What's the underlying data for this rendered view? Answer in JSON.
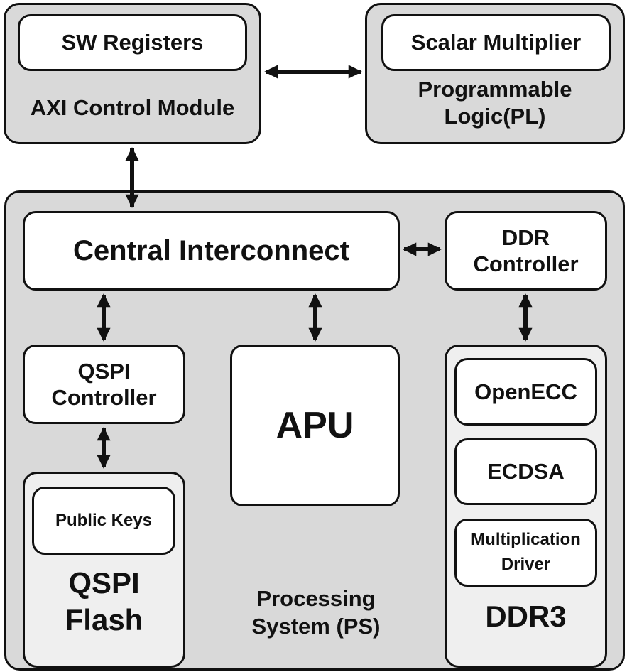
{
  "axi": {
    "title": "AXI Control Module",
    "registers": "SW Registers"
  },
  "pl": {
    "title": "Programmable\nLogic(PL)",
    "multiplier": "Scalar Multiplier"
  },
  "ps": {
    "title": "Processing\nSystem (PS)",
    "interconnect": "Central Interconnect",
    "ddr_controller": "DDR\nController",
    "qspi_controller": "QSPI\nController",
    "apu": "APU",
    "qspi_flash": {
      "title": "QSPI\nFlash",
      "public_keys": "Public Keys"
    },
    "ddr3": {
      "title": "DDR3",
      "openecc": "OpenECC",
      "ecdsa": "ECDSA",
      "mult_driver": "Multiplication\nDriver"
    }
  }
}
